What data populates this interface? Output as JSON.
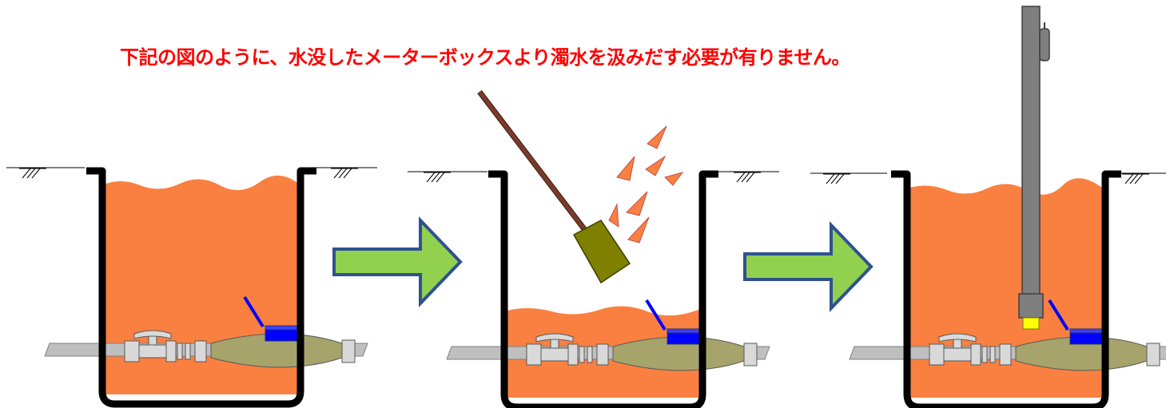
{
  "caption": "下記の図のように、水没したメーターボックスより濁水を汲みだす必要が有りません。",
  "panels": [
    {
      "name": "flooded-meter-box",
      "water_level": "full"
    },
    {
      "name": "bailing-with-scoop",
      "water_level": "low"
    },
    {
      "name": "submerged-pump-reading",
      "water_level": "full"
    }
  ],
  "colors": {
    "muddy_water": "#f98040",
    "box_wall": "#000000",
    "arrow_fill": "#92d050",
    "arrow_stroke": "#2f528f",
    "pipe": "#bfbfbf",
    "meter_body": "#a6a36b",
    "meter_cap": "#0000ff",
    "scoop_handle": "#7b3a2a",
    "scoop_blade": "#7f7f00",
    "splash": "#f98040",
    "probe_pole": "#7f7f7f",
    "probe_adapter": "#ffff00",
    "caption_text": "#ff0000"
  }
}
